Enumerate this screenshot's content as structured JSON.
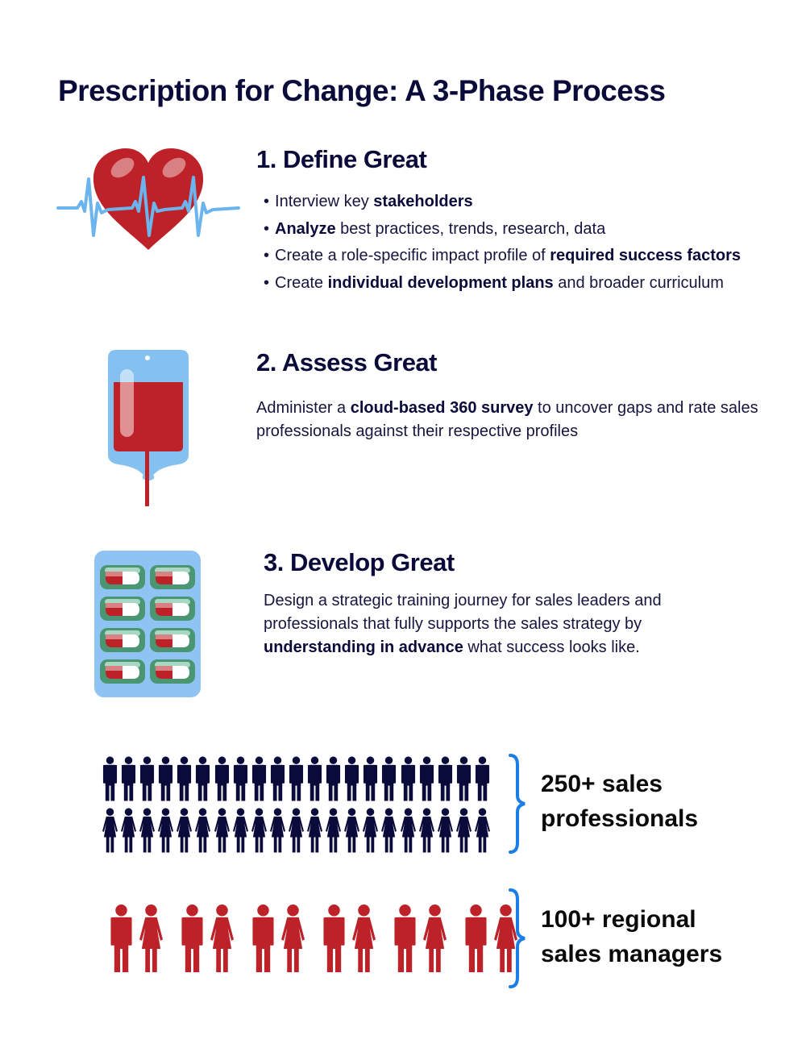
{
  "title": "Prescription for Change: A 3-Phase Process",
  "colors": {
    "navy": "#0b0b3b",
    "red": "#be2229",
    "light_blue": "#85c1f0",
    "ekg_blue": "#6cb4ee",
    "green": "#4a9672",
    "brace_blue": "#1a7ee6"
  },
  "phases": [
    {
      "title": "1. Define Great",
      "icon": "heart-ekg-icon",
      "bullets": [
        {
          "pre": "Interview key ",
          "bold": "stakeholders",
          "post": ""
        },
        {
          "pre": "",
          "bold": "Analyze",
          "post": " best practices, trends, research, data"
        },
        {
          "pre": "Create a role-specific impact profile of ",
          "bold": "required success factors",
          "post": ""
        },
        {
          "pre": "Create ",
          "bold": "individual development plans",
          "post": " and broader curriculum"
        }
      ]
    },
    {
      "title": "2. Assess Great",
      "icon": "blood-bag-icon",
      "text": {
        "pre": "Administer a ",
        "bold": "cloud-based 360 survey",
        "post": " to uncover gaps and rate sales professionals against their respective profiles"
      }
    },
    {
      "title": "3. Develop Great",
      "icon": "pill-pack-icon",
      "text": {
        "pre": "Design a strategic training journey for sales leaders and professionals that fully supports the sales strategy by ",
        "bold": "understanding in advance",
        "post": " what success looks like."
      }
    }
  ],
  "stats": [
    {
      "line1": "250+ sales",
      "line2": "professionals",
      "figures_per_row": 21,
      "rows": [
        "male",
        "female"
      ],
      "color": "#0b0b3b"
    },
    {
      "line1": "100+ regional",
      "line2": "sales managers",
      "pairs": 6,
      "color": "#be2229"
    }
  ]
}
